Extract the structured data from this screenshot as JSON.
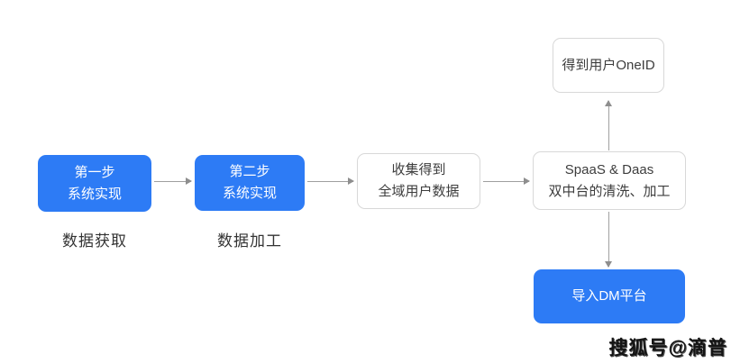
{
  "diagram": {
    "nodes": {
      "step1": {
        "line1": "第一步",
        "line2": "系统实现"
      },
      "step2": {
        "line1": "第二步",
        "line2": "系统实现"
      },
      "collect": {
        "line1": "收集得到",
        "line2": "全域用户数据"
      },
      "spaas": {
        "line1": "SpaaS & Daas",
        "line2": "双中台的清洗、加工"
      },
      "oneid": {
        "label": "得到用户OneID"
      },
      "dm": {
        "label": "导入DM平台"
      }
    },
    "captions": {
      "step1": "数据获取",
      "step2": "数据加工"
    },
    "colors": {
      "primary_blue": "#2d7bf5",
      "box_border": "#d8d8d8",
      "arrow_gray": "#8e8e8e",
      "text_dark": "#3d3d3d",
      "text_white": "#ffffff"
    },
    "watermark": "搜狐号@滴普"
  }
}
